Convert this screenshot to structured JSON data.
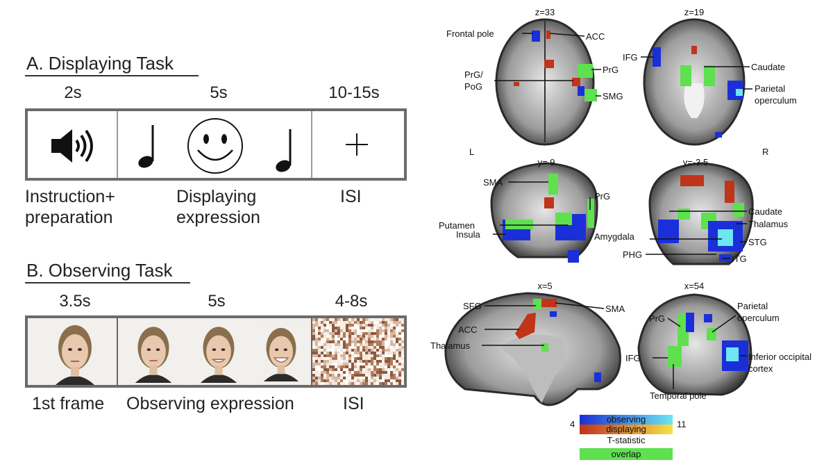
{
  "task_a": {
    "title": "A. Displaying Task",
    "durations": [
      "2s",
      "5s",
      "10-15s"
    ],
    "captions": [
      "Instruction+\npreparation",
      "Displaying\nexpression",
      "ISI"
    ]
  },
  "task_b": {
    "title": "B. Observing Task",
    "durations": [
      "3.5s",
      "5s",
      "4-8s"
    ],
    "captions": [
      "1st frame",
      "Observing expression",
      "ISI"
    ]
  },
  "brain": {
    "coords": [
      "z=33",
      "z=19",
      "y= 9",
      "y=-3.5",
      "x=5",
      "x=54"
    ],
    "side_left": "L",
    "side_right": "R",
    "labels": {
      "frontal_pole": "Frontal pole",
      "acc_top": "ACC",
      "prg_pog": "PrG/\nPoG",
      "prg_top": "PrG",
      "smg": "SMG",
      "ifg_top": "IFG",
      "caudate_top": "Caudate",
      "parietal_op_top": "Parietal\noperculum",
      "sma_cor": "SMA",
      "prg_cor": "PrG",
      "putamen": "Putamen",
      "insula": "Insula",
      "caudate_cor": "Caudate",
      "thalamus_cor": "Thalamus",
      "amygdala": "Amygdala",
      "stg": "STG",
      "phg": "PHG",
      "itg": "ITG",
      "sfg": "SFG",
      "sma_sag": "SMA",
      "acc_sag": "ACC",
      "thalamus_sag": "Thalamus",
      "prg_sag": "PrG",
      "parietal_op_sag": "Parietal\noperculum",
      "ifg_sag": "IFG",
      "inferior_occipital": "Inferior occipital\ncortex",
      "temporal_pole": "Temporal pole"
    }
  },
  "legend": {
    "min": "4",
    "max": "11",
    "observing": "observing",
    "displaying": "displaying",
    "statistic": "T-statistic",
    "overlap": "overlap",
    "colors": {
      "observing_start": "#1a2fd6",
      "observing_end": "#6de6f2",
      "displaying_start": "#c0341a",
      "displaying_end": "#f7e04a",
      "overlap": "#5ee04f"
    }
  }
}
